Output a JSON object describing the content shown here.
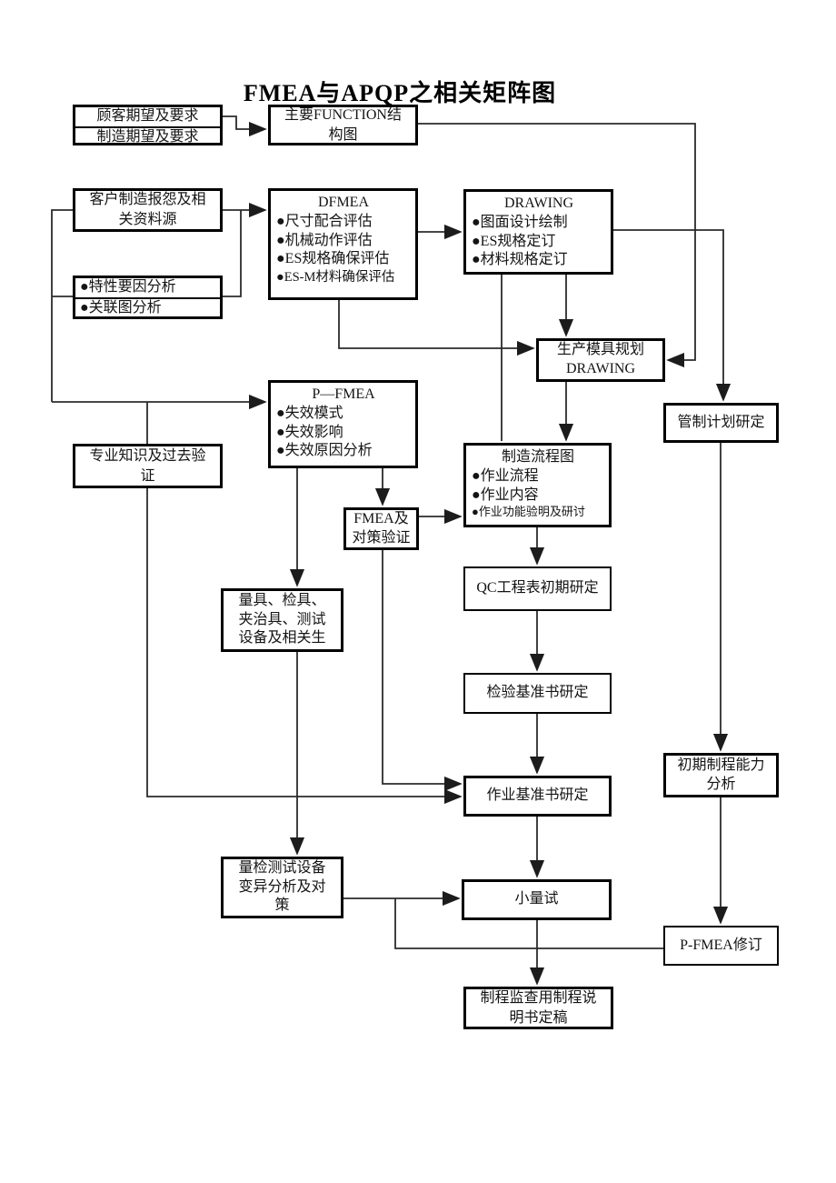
{
  "title": "FMEA与APQP之相关矩阵图",
  "nodes": {
    "customer_expectations": {
      "line1": "顾客期望及要求",
      "line2": "制造期望及要求"
    },
    "main_function": {
      "label": "主要FUNCTION结构图"
    },
    "customer_complaints": {
      "label": "客户制造报怨及相关资料源"
    },
    "characteristic_analysis": {
      "line1": "●特性要因分析",
      "line2": "●关联图分析"
    },
    "dfmea": {
      "title": "DFMEA",
      "items": [
        "●尺寸配合评估",
        "●机械动作评估",
        "●ES规格确保评估",
        "●ES-M材料确保评估"
      ]
    },
    "drawing": {
      "title": "DRAWING",
      "items": [
        "●图面设计绘制",
        "●ES规格定订",
        "●材料规格定订"
      ]
    },
    "mold_planning": {
      "line1": "生产模具规划",
      "line2": "DRAWING"
    },
    "control_plan": {
      "label": "管制计划研定"
    },
    "p_fmea": {
      "title": "P—FMEA",
      "items": [
        "●失效模式",
        "●失效影响",
        "●失效原因分析"
      ]
    },
    "expertise": {
      "label": "专业知识及过去验证"
    },
    "process_flow": {
      "title": "制造流程图",
      "items": [
        "●作业流程",
        "●作业内容",
        "●作业功能验明及研讨"
      ]
    },
    "fmea_verification": {
      "label": "FMEA及对策验证"
    },
    "gauges": {
      "label": "量具、检具、夹治具、测试设备及相关生"
    },
    "qc_chart": {
      "label": "QC工程表初期研定"
    },
    "inspection_standard": {
      "label": "检验基准书研定"
    },
    "initial_capability": {
      "label": "初期制程能力分析"
    },
    "work_standard": {
      "label": "作业基准书研定"
    },
    "measurement_variation": {
      "label": "量检测试设备变异分析及对策"
    },
    "pilot_run": {
      "label": "小量试"
    },
    "pfmea_revision": {
      "label": "P-FMEA修订"
    },
    "process_inspection": {
      "label": "制程监查用制程说明书定稿"
    }
  },
  "colors": {
    "background": "#ffffff",
    "box_border": "#000000",
    "connector": "#2b2b2b",
    "text": "#141414"
  }
}
